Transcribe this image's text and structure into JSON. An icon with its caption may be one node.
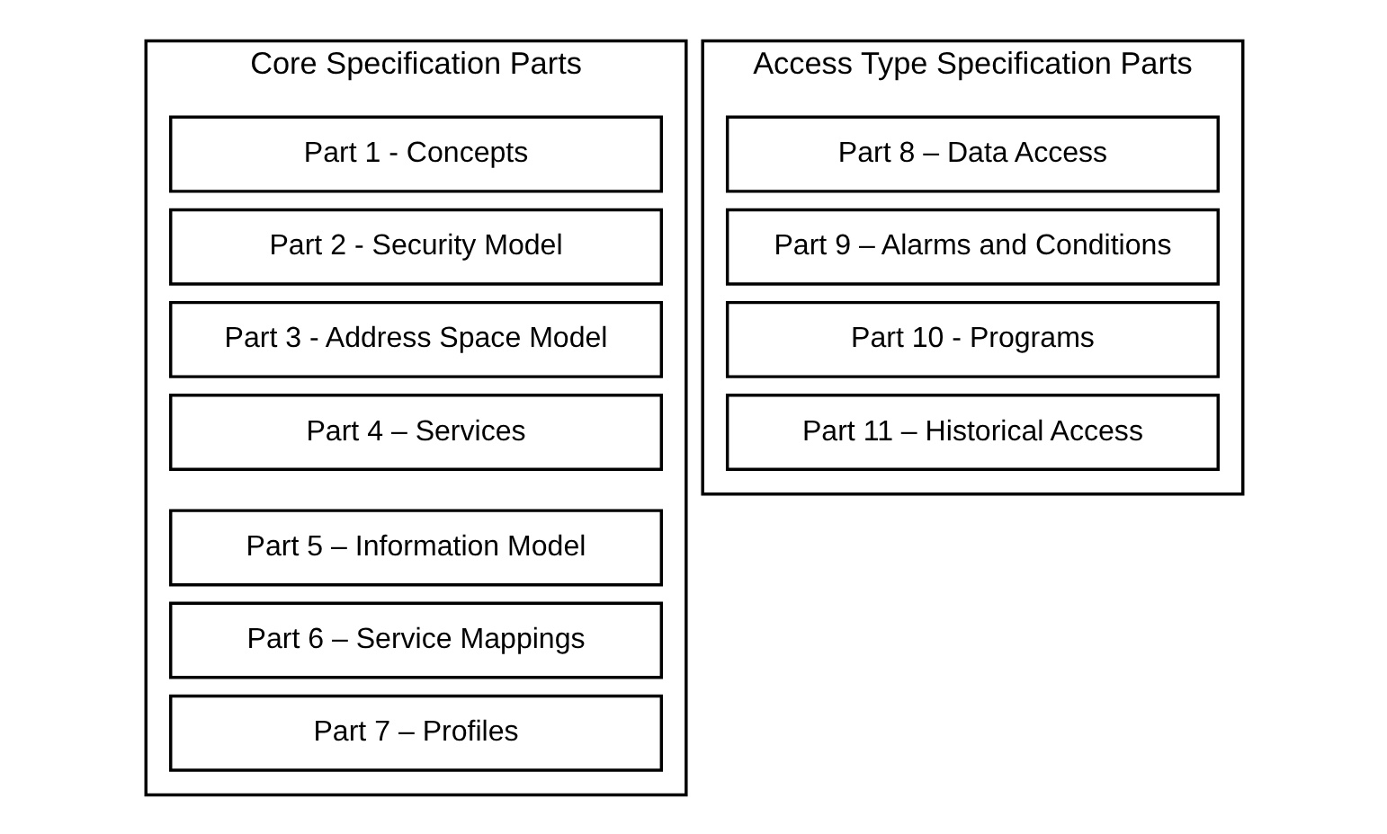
{
  "diagram": {
    "nodes": [
      {
        "text": [
          "Core Specification Parts"
        ]
      },
      {
        "text": [
          "Part 1 - Concepts"
        ],
        "in": 0
      },
      {
        "text": [
          "Part 2 - Security Model"
        ],
        "in": 0
      },
      {
        "text": [
          "Part 3 - Address Space Model"
        ],
        "in": 0
      },
      {
        "text": [
          "Part 4 – Services"
        ],
        "in": 0
      },
      {
        "text": [
          "Part 5 – Information Model"
        ],
        "in": 0
      },
      {
        "text": [
          "Part 6 – Service Mappings"
        ],
        "in": 0
      },
      {
        "text": [
          "Part 7 – Profiles"
        ],
        "in": 0
      },
      {
        "text": [
          "Access Type Specification Parts"
        ]
      },
      {
        "text": [
          "Part 8 – Data Access"
        ],
        "in": 8
      },
      {
        "text": [
          "Part 9 – Alarms and Conditions"
        ],
        "in": 8
      },
      {
        "text": [
          "Part 10 - Programs"
        ],
        "in": 8
      },
      {
        "text": [
          "Part 11 – Historical Access"
        ],
        "in": 8
      }
    ],
    "edges": []
  }
}
